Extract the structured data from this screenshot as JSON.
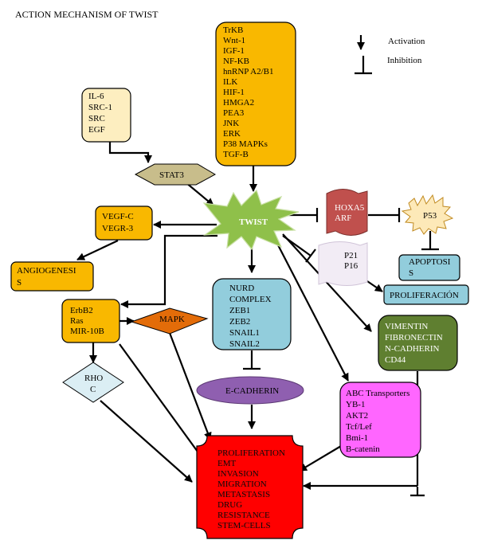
{
  "title": "ACTION MECHANISM OF TWIST",
  "legend": {
    "activation": "Activation",
    "inhibition": "Inhibition"
  },
  "colors": {
    "orange": "#f9b800",
    "cream": "#fdeec0",
    "tan": "#c8bd8b",
    "green": "#8fc04a",
    "red_flag": "#c0504d",
    "lightblue": "#92cddc",
    "olive": "#5f7f30",
    "magenta": "#ff66ff",
    "purple": "#8f5fb0",
    "red": "#ff0000",
    "dark_orange": "#e36c09",
    "pale_blue": "#dbeef4"
  },
  "nodes": {
    "upstream_factors": [
      "TrKB",
      "Wnt-1",
      "IGF-1",
      "NF-KB",
      "hnRNP A2/B1",
      "ILK",
      "HIF-1",
      "HMGA2",
      "PEA3",
      "JNK",
      "ERK",
      "P38 MAPKs",
      "TGF-B"
    ],
    "il6_group": [
      "IL-6",
      "SRC-1",
      "SRC",
      "EGF"
    ],
    "stat3": "STAT3",
    "twist": "TWIST",
    "vegf": [
      "VEGF-C",
      "VEGR-3"
    ],
    "angiogenesis": [
      "ANGIOGENESI",
      "S"
    ],
    "hoxa5": [
      "HOXA5",
      "ARF"
    ],
    "p53": "P53",
    "apoptosis": [
      "APOPTOSI",
      "S"
    ],
    "p21": [
      "P21",
      "P16"
    ],
    "proliferacion": "PROLIFERACIÓN",
    "erbb2": [
      "ErbB2",
      "Ras",
      "MIR-10B"
    ],
    "mapk": "MAPK",
    "rhoc": [
      "RHO",
      "C"
    ],
    "nurd": [
      "NURD",
      "COMPLEX",
      "ZEB1",
      "ZEB2",
      "SNAIL1",
      "SNAIL2"
    ],
    "ecadherin": "E-CADHERIN",
    "vimentin": [
      "VIMENTIN",
      "FIBRONECTIN",
      "N-CADHERIN",
      "CD44"
    ],
    "abc": [
      "ABC Transporters",
      "YB-1",
      "AKT2",
      "Tcf/Lef",
      "Bmi-1",
      "B-catenin"
    ],
    "outcome": [
      "PROLIFERATION",
      "EMT",
      "INVASION",
      "MIGRATION",
      "METASTASIS",
      "DRUG",
      "RESISTANCE",
      "STEM-CELLS"
    ]
  }
}
